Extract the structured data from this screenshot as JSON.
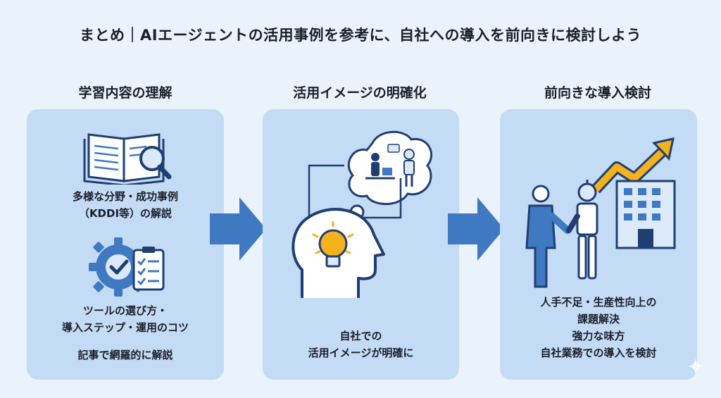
{
  "header": {
    "title": "まとめ｜AIエージェントの活用事例を参考に、自社への導入を前向きに検討しよう"
  },
  "columns": [
    {
      "title": "学習内容の理解",
      "icon_1": "book-magnifier-icon",
      "text_1": [
        "多様な分野・成功事例",
        "（KDDI等）の解説"
      ],
      "icon_2": "gear-checklist-icon",
      "text_2": [
        "ツールの選び方・",
        "導入ステップ・運用のコツ"
      ],
      "text_3": "記事で網羅的に解説"
    },
    {
      "title": "活用イメージの明確化",
      "icon": "head-lightbulb-thought-icon",
      "text": [
        "自社での",
        "活用イメージが明確に"
      ]
    },
    {
      "title": "前向きな導入検討",
      "icon": "handshake-robot-growth-icon",
      "text": [
        "人手不足・生産性向上の",
        "課題解決",
        "強力な味方",
        "自社業務での導入を検討"
      ]
    }
  ],
  "colors": {
    "background": "#eaf2fb",
    "panel": "#c4dbf5",
    "arrow": "#3f79c1",
    "accent": "#f5b21d",
    "navy": "#1f3f73"
  }
}
